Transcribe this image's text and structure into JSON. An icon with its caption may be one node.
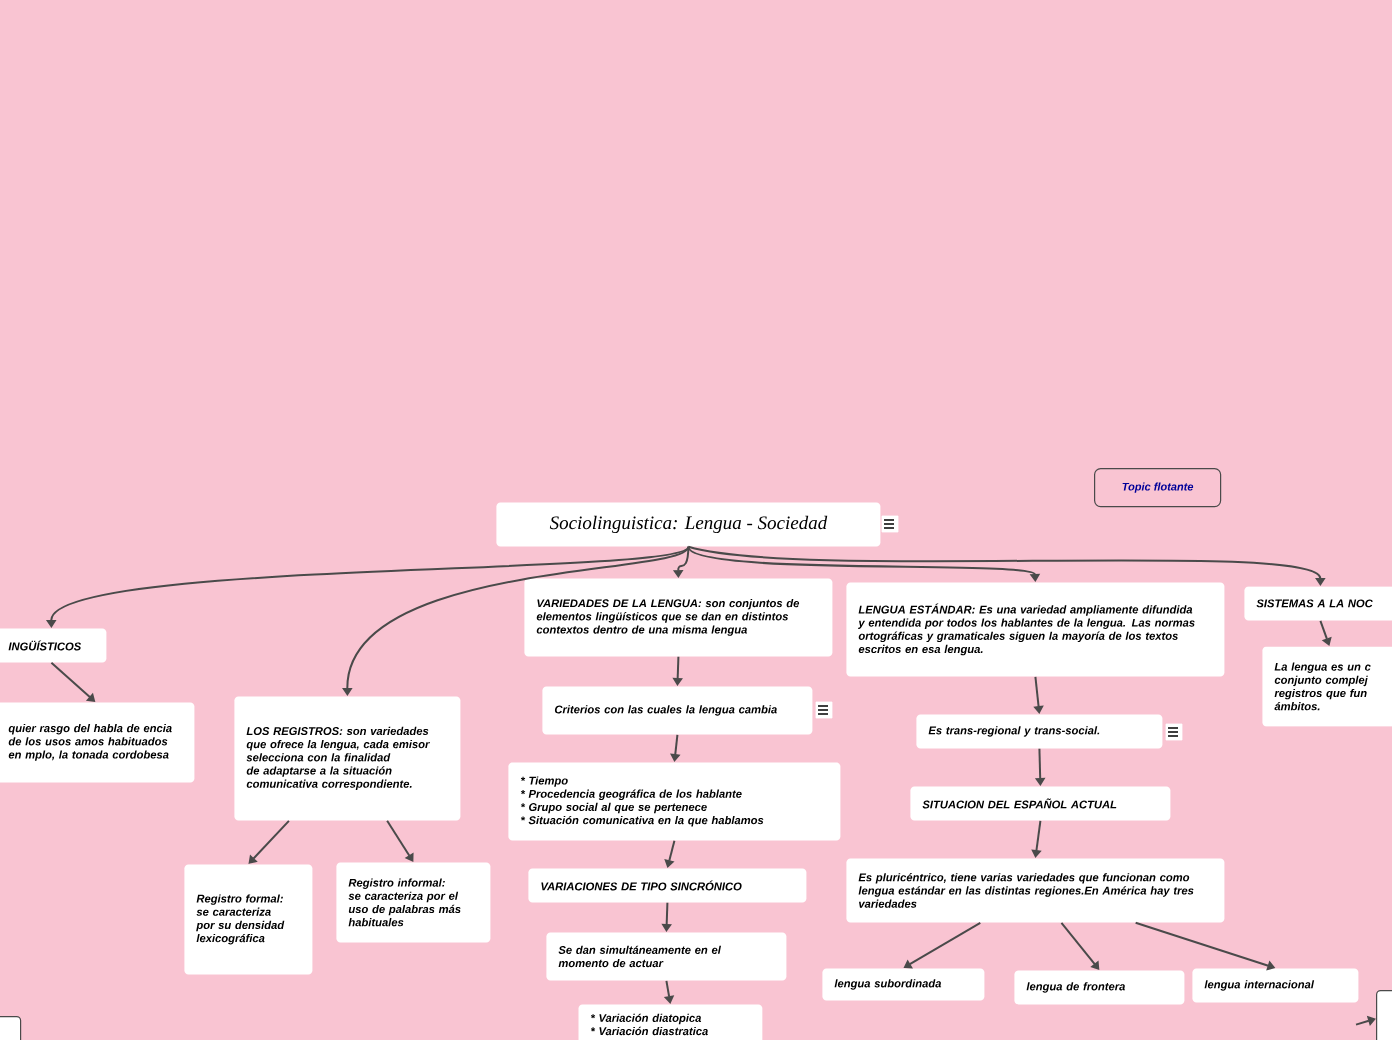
{
  "diagram": {
    "nodes": [
      {
        "text": [
          "Sociolinguistica: Lengua - Sociedad"
        ]
      },
      {
        "text": [
          "INGÜÍSTICOS"
        ]
      },
      {
        "text": [
          "quier rasgo del habla de encia de los usos amos habituados en mplo, la tonada cordobesa"
        ]
      },
      {
        "text": [
          "LOS REGISTROS: son variedades que ofrece la lengua, cada emisor selecciona con la finalidad de adaptarse a la situación comunicativa correspondiente."
        ]
      },
      {
        "text": [
          "Registro formal: se caracteriza por su densidad lexicográfica"
        ]
      },
      {
        "text": [
          "Registro informal: se caracteriza por el uso de palabras más habituales"
        ]
      },
      {
        "text": [
          "VARIEDADES DE LA LENGUA: son conjuntos de elementos lingüísticos que se dan en distintos contextos dentro de una misma lengua"
        ]
      },
      {
        "text": [
          "Criterios con las cuales la lengua cambia"
        ]
      },
      {
        "text": [
          "* Tiempo",
          "* Procedencia geográfica de los hablante",
          "* Grupo social al que se pertenece",
          "* Situación comunicativa en la que hablamos"
        ]
      },
      {
        "text": [
          "VARIACIONES DE TIPO SINCRÓNICO"
        ]
      },
      {
        "text": [
          "Se dan simultáneamente en el momento de actuar"
        ]
      },
      {
        "text": [
          "* Variación diatopica",
          "* Variación diastratica"
        ]
      },
      {
        "text": [
          "LENGUA ESTÁNDAR: Es una variedad ampliamente difundida y entendida por todos los hablantes de la lengua. Las normas ortográficas y gramaticales siguen la mayoría de los textos escritos en esa lengua."
        ]
      },
      {
        "text": [
          "Es trans-regional y trans-social."
        ]
      },
      {
        "text": [
          "SITUACION DEL ESPAÑOL ACTUAL"
        ]
      },
      {
        "text": [
          "Es pluricéntrico, tiene varias variedades que funcionan como lengua estándar en las distintas regiones.En América hay tres variedades"
        ]
      },
      {
        "text": [
          "lengua subordinada"
        ]
      },
      {
        "text": [
          "lengua de frontera"
        ]
      },
      {
        "text": [
          "lengua internacional"
        ]
      },
      {
        "text": [
          "SISTEMAS A LA NOC"
        ]
      },
      {
        "text": [
          "La lengua es un c conjunto complej registros que fun ámbitos."
        ]
      },
      {
        "text": [
          "Topic flotante"
        ]
      },
      {
        "text": [],
        "shape": "box"
      },
      {
        "text": [],
        "shape": "box"
      }
    ],
    "edges": [
      {
        "from": 0,
        "to": 1,
        "arrow": "to"
      },
      {
        "from": 0,
        "to": 3,
        "arrow": "to"
      },
      {
        "from": 0,
        "to": 6,
        "arrow": "to"
      },
      {
        "from": 0,
        "to": 12,
        "arrow": "to"
      },
      {
        "from": 0,
        "to": 19,
        "arrow": "to"
      },
      {
        "from": 1,
        "to": 2,
        "arrow": "to"
      },
      {
        "from": 3,
        "to": 4,
        "arrow": "to"
      },
      {
        "from": 3,
        "to": 5,
        "arrow": "to"
      },
      {
        "from": 6,
        "to": 7,
        "arrow": "to"
      },
      {
        "from": 7,
        "to": 8,
        "arrow": "to"
      },
      {
        "from": 8,
        "to": 9,
        "arrow": "to"
      },
      {
        "from": 9,
        "to": 10,
        "arrow": "to"
      },
      {
        "from": 10,
        "to": 11,
        "arrow": "to"
      },
      {
        "from": 12,
        "to": 13,
        "arrow": "to"
      },
      {
        "from": 13,
        "to": 14,
        "arrow": "to"
      },
      {
        "from": 14,
        "to": 15,
        "arrow": "to"
      },
      {
        "from": 15,
        "to": 16,
        "arrow": "to"
      },
      {
        "from": 15,
        "to": 17,
        "arrow": "to"
      },
      {
        "from": 15,
        "to": 18,
        "arrow": "to"
      },
      {
        "from": 19,
        "to": 20,
        "arrow": "to"
      },
      {
        "from": null,
        "to": 23,
        "arrow": "to"
      }
    ]
  }
}
